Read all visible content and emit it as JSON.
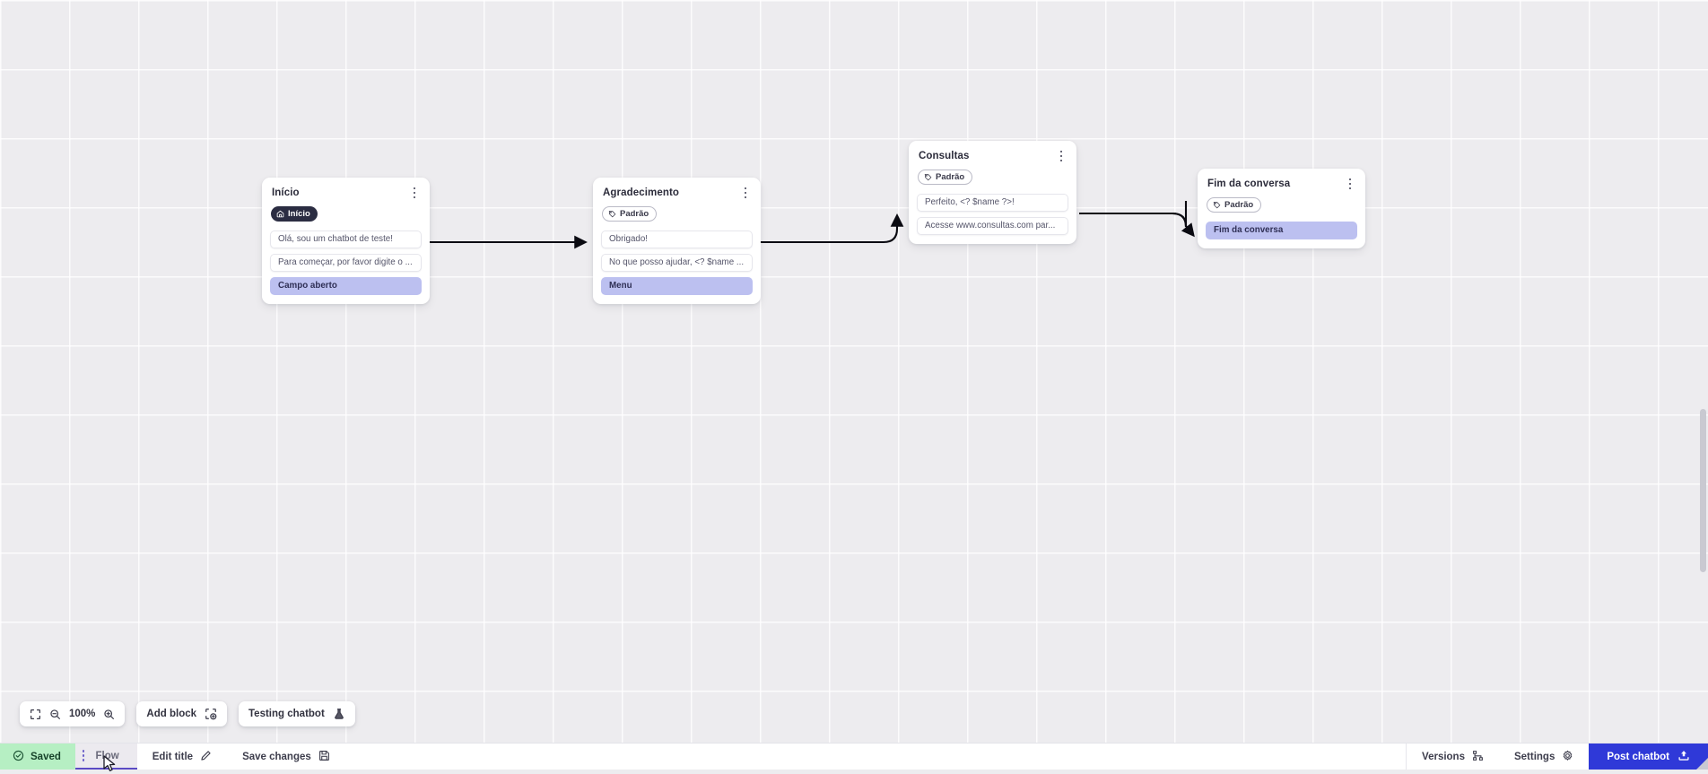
{
  "app": {
    "zoom_level": "100%",
    "background_grid": true,
    "accent_color": "#2f39d8",
    "action_chip_color": "#bcc0f0",
    "saved_chip_color": "#b6efc3"
  },
  "canvas": {
    "nodes": [
      {
        "id": "inicio",
        "title": "Início",
        "badge": {
          "label": "Início",
          "icon": "home-icon",
          "style": "dark"
        },
        "messages": [
          {
            "text": "Olá, sou um chatbot de teste!",
            "type": "plain"
          },
          {
            "text": "Para começar, por favor digite o ...",
            "type": "plain"
          },
          {
            "text": "Campo aberto",
            "type": "action"
          }
        ],
        "menu_icon": "kebab-menu-icon"
      },
      {
        "id": "agradecimento",
        "title": "Agradecimento",
        "badge": {
          "label": "Padrão",
          "icon": "tag-icon",
          "style": "outline"
        },
        "messages": [
          {
            "text": "Obrigado!",
            "type": "plain"
          },
          {
            "text": "No que posso ajudar, <? $name ...",
            "type": "plain"
          },
          {
            "text": "Menu",
            "type": "action"
          }
        ],
        "menu_icon": "kebab-menu-icon"
      },
      {
        "id": "consultas",
        "title": "Consultas",
        "badge": {
          "label": "Padrão",
          "icon": "tag-icon",
          "style": "outline"
        },
        "messages": [
          {
            "text": "Perfeito, <? $name ?>!",
            "type": "plain"
          },
          {
            "text": "Acesse www.consultas.com par...",
            "type": "plain"
          }
        ],
        "menu_icon": "kebab-menu-icon"
      },
      {
        "id": "fim-da-conversa",
        "title": "Fim da conversa",
        "badge": {
          "label": "Padrão",
          "icon": "tag-icon",
          "style": "outline"
        },
        "messages": [
          {
            "text": "Fim da conversa",
            "type": "action"
          }
        ],
        "menu_icon": "kebab-menu-icon"
      }
    ],
    "edges": [
      {
        "from": "inicio",
        "to": "agradecimento"
      },
      {
        "from": "agradecimento",
        "to": "consultas"
      },
      {
        "from": "consultas",
        "to": "fim-da-conversa"
      }
    ]
  },
  "float_toolbar": {
    "fullscreen_icon": "fullscreen-icon",
    "zoom_out_icon": "zoom-out-icon",
    "zoom_value": "100%",
    "zoom_in_icon": "zoom-in-icon",
    "add_block_label": "Add block",
    "add_block_icon": "add-block-icon",
    "testing_chatbot_label": "Testing chatbot",
    "testing_chatbot_icon": "flask-icon"
  },
  "statusbar": {
    "saved_label": "Saved",
    "saved_icon": "check-circle-icon",
    "flow_tab_label": "Flow",
    "flow_tab_menu_icon": "kebab-menu-icon",
    "edit_title_label": "Edit title",
    "edit_title_icon": "pencil-icon",
    "save_changes_label": "Save changes",
    "save_changes_icon": "save-disk-icon",
    "versions_label": "Versions",
    "versions_icon": "branch-icon",
    "settings_label": "Settings",
    "settings_icon": "gear-icon",
    "post_chatbot_label": "Post chatbot",
    "post_chatbot_icon": "upload-icon"
  }
}
